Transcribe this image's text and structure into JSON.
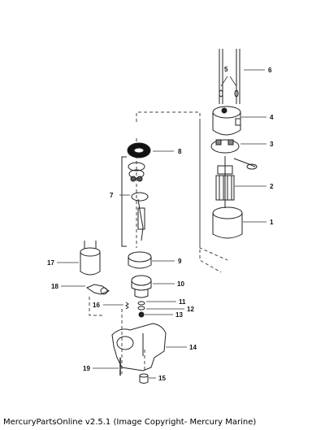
{
  "callouts": {
    "c1": "1",
    "c2": "2",
    "c3": "3",
    "c4": "4",
    "c5": "5",
    "c6": "6",
    "c7": "7",
    "c8": "8",
    "c9": "9",
    "c10": "10",
    "c11": "11",
    "c12": "12",
    "c13": "13",
    "c14": "14",
    "c15": "15",
    "c16": "16",
    "c17": "17",
    "c18": "18",
    "c19": "19"
  },
  "caption": "MercuryPartsOnline v2.5.1 (Image Copyright- Mercury Marine)"
}
